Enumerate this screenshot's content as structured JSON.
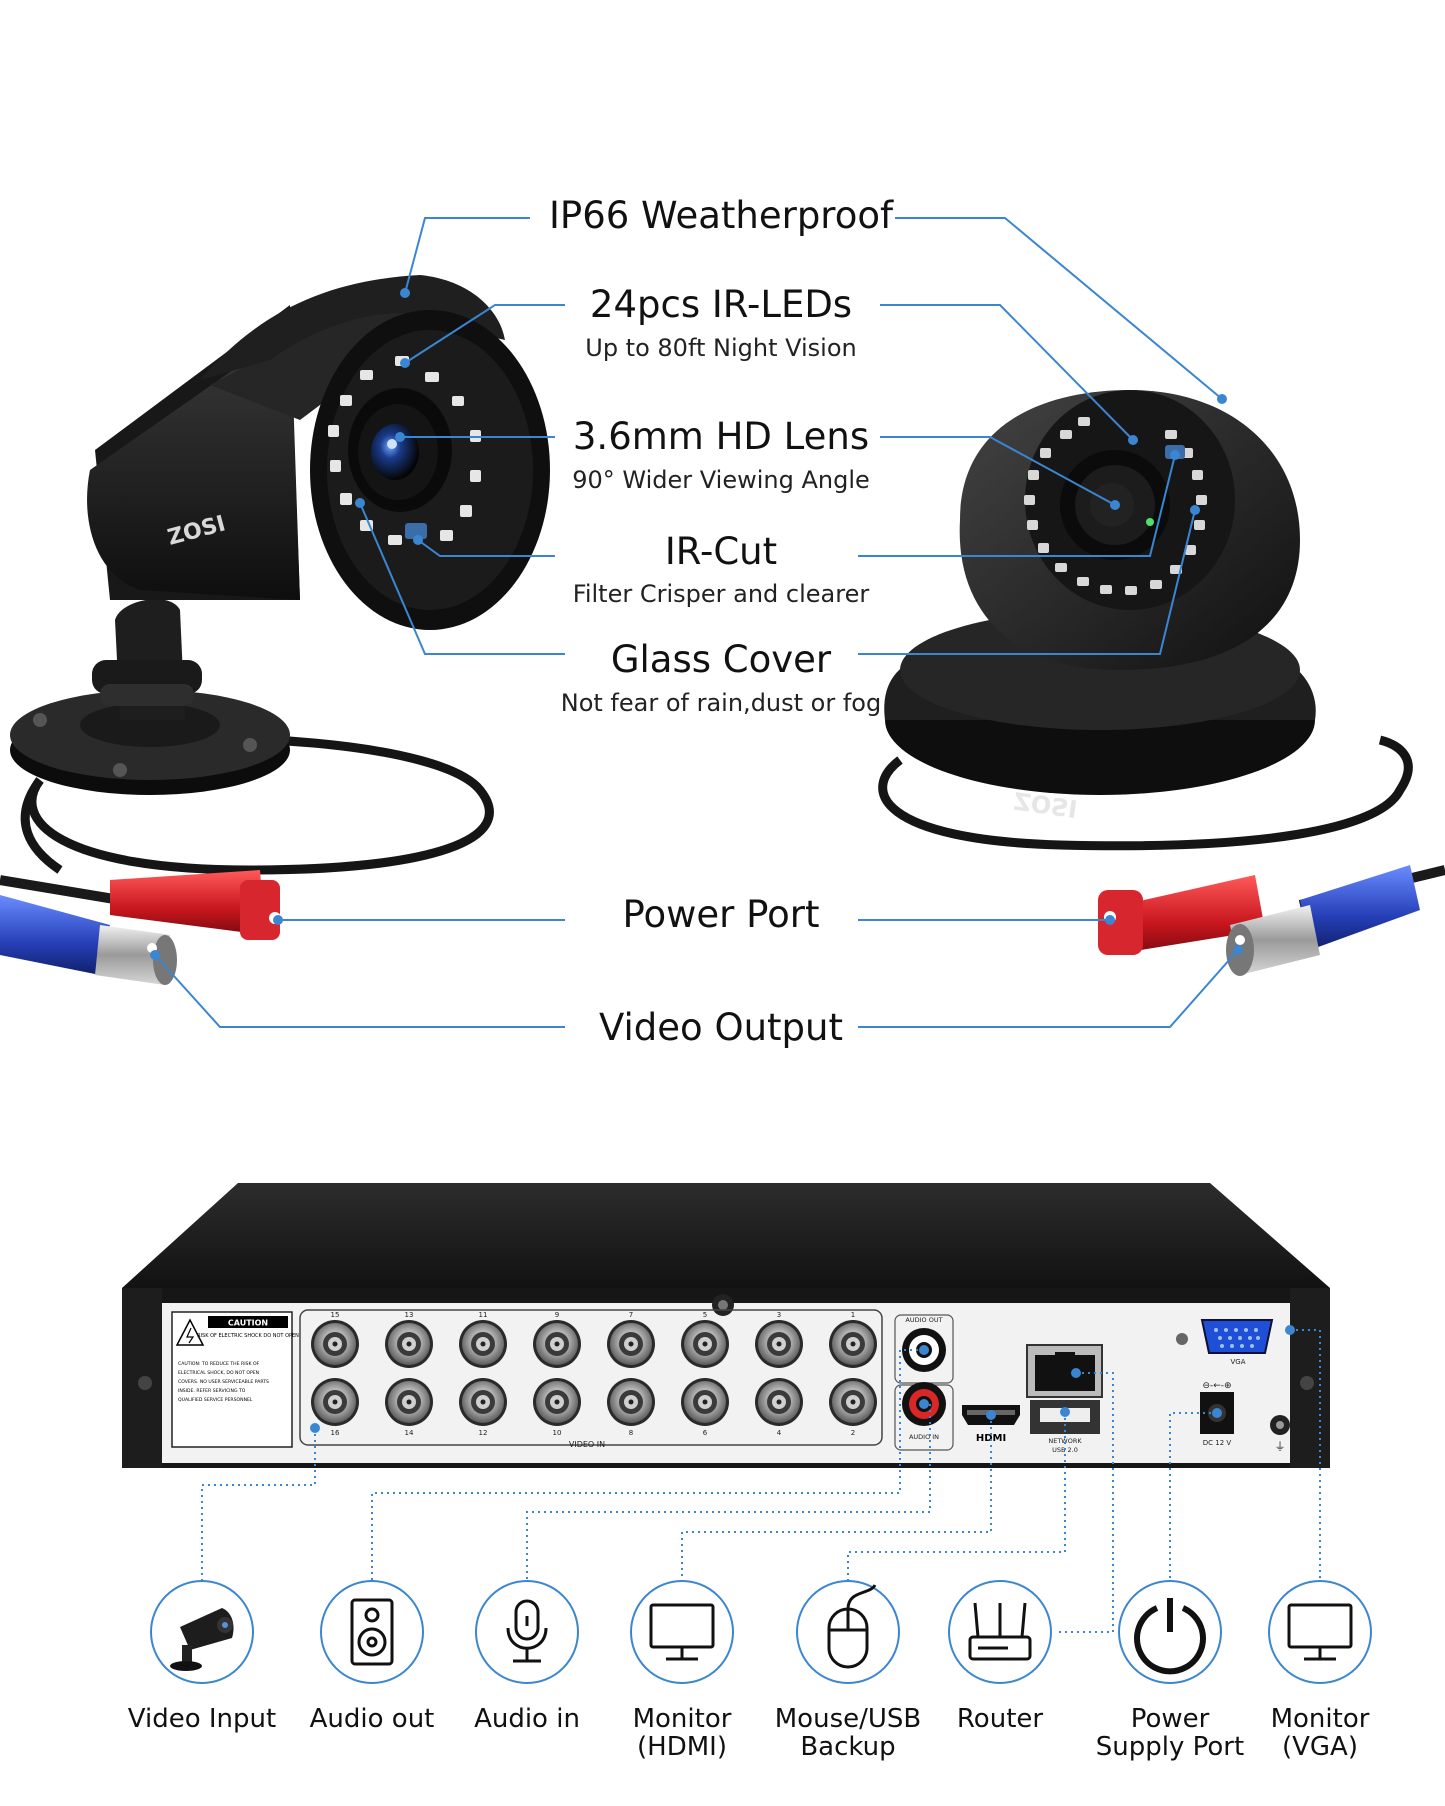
{
  "features": [
    {
      "title": "IP66 Weatherproof",
      "subtitle": ""
    },
    {
      "title": "24pcs IR-LEDs",
      "subtitle": "Up to 80ft Night Vision"
    },
    {
      "title": "3.6mm HD Lens",
      "subtitle": "90° Wider Viewing Angle"
    },
    {
      "title": "IR-Cut",
      "subtitle": "Filter Crisper and clearer"
    },
    {
      "title": "Glass Cover",
      "subtitle": "Not fear of rain,dust or fog"
    },
    {
      "title": "Power Port",
      "subtitle": ""
    },
    {
      "title": "Video Output",
      "subtitle": ""
    }
  ],
  "camera_logos": {
    "bullet": "ZOSI",
    "dome": "ZOSI"
  },
  "dvr_panel": {
    "caution_title": "CAUTION",
    "caution_sub": "RISK OF ELECTRIC SHOCK DO NOT OPEN",
    "caution_text": "CAUTION: TO REDUCE THE RISK OF ELECTRICAL SHOCK, DO NOT OPEN COVERS. NO USER SERVICEABLE PARTS INSIDE. REFER SERVICING TO QUALIFIED SERVICE PERSONNEL",
    "top_channels": [
      "15",
      "13",
      "11",
      "9",
      "7",
      "5",
      "3",
      "1"
    ],
    "bottom_channels": [
      "16",
      "14",
      "12",
      "10",
      "8",
      "6",
      "4",
      "2"
    ],
    "video_in": "VIDEO IN",
    "audio_out": "AUDIO OUT",
    "audio_in": "AUDIO IN",
    "hdmi": "HDMI",
    "network": "NETWORK",
    "usb": "USB 2.0",
    "vga": "VGA",
    "dc": "DC 12 V"
  },
  "connections": [
    {
      "label": "Video Input",
      "icon": "camera-icon"
    },
    {
      "label": "Audio out",
      "icon": "speaker-icon"
    },
    {
      "label": "Audio in",
      "icon": "microphone-icon"
    },
    {
      "label": "Monitor\n(HDMI)",
      "icon": "monitor-icon"
    },
    {
      "label": "Mouse/USB\nBackup",
      "icon": "mouse-icon"
    },
    {
      "label": "Router",
      "icon": "router-icon"
    },
    {
      "label": "Power\nSupply Port",
      "icon": "power-icon"
    },
    {
      "label": "Monitor\n(VGA)",
      "icon": "monitor-icon"
    }
  ],
  "colors": {
    "leader": "#3b86d1",
    "dvr_body": "#1c1c1c",
    "panel": "#f2f2f2",
    "power_plug": "#d8262c",
    "video_plug": "#2f54c6"
  }
}
